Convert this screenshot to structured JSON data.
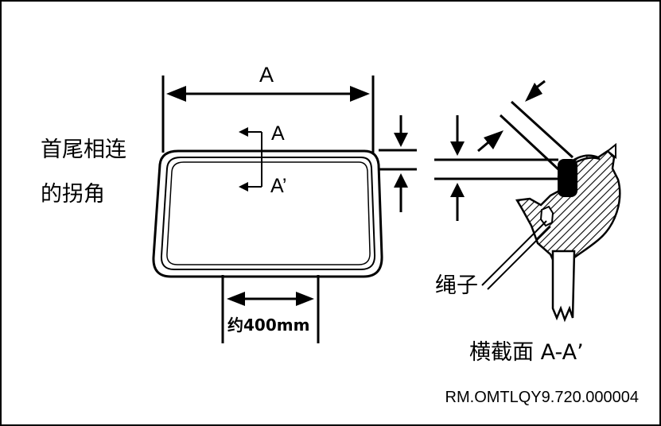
{
  "labels": {
    "dim_a": "A",
    "corner_label_line1": "首尾相连",
    "corner_label_line2": "的拐角",
    "section_a": "A",
    "section_a_prime": "A’",
    "approx_width": "约400mm",
    "rope": "绳子",
    "cross_section": "横截面 A-A’",
    "figure_code": "RM.OMTLQY9.720.000004"
  }
}
